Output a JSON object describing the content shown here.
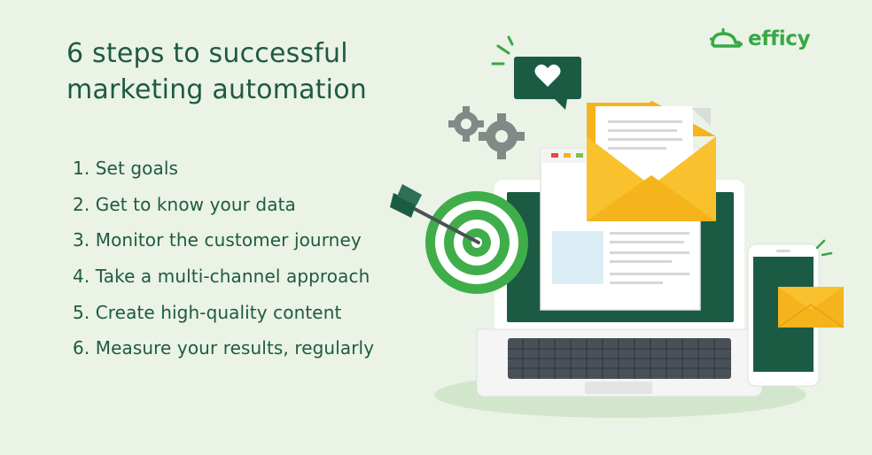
{
  "title": {
    "line1": "6 steps to successful",
    "line2": "marketing automation"
  },
  "steps": [
    "1. Set goals",
    "2. Get to know your data",
    "3. Monitor the customer journey",
    "4. Take a multi-channel approach",
    "5. Create high-quality content",
    "6. Measure your results, regularly"
  ],
  "logo": {
    "text": "efficy"
  },
  "colors": {
    "background": "#eaf3e6",
    "text_green": "#1f5a41",
    "brand_green": "#36a845",
    "dark_green": "#1b5b44",
    "yellow": "#f5b31c"
  },
  "illustration_icons": [
    "gear-icon",
    "heart-chat-icon",
    "envelope-icon",
    "target-icon",
    "arrow-icon",
    "laptop-icon",
    "phone-icon"
  ]
}
